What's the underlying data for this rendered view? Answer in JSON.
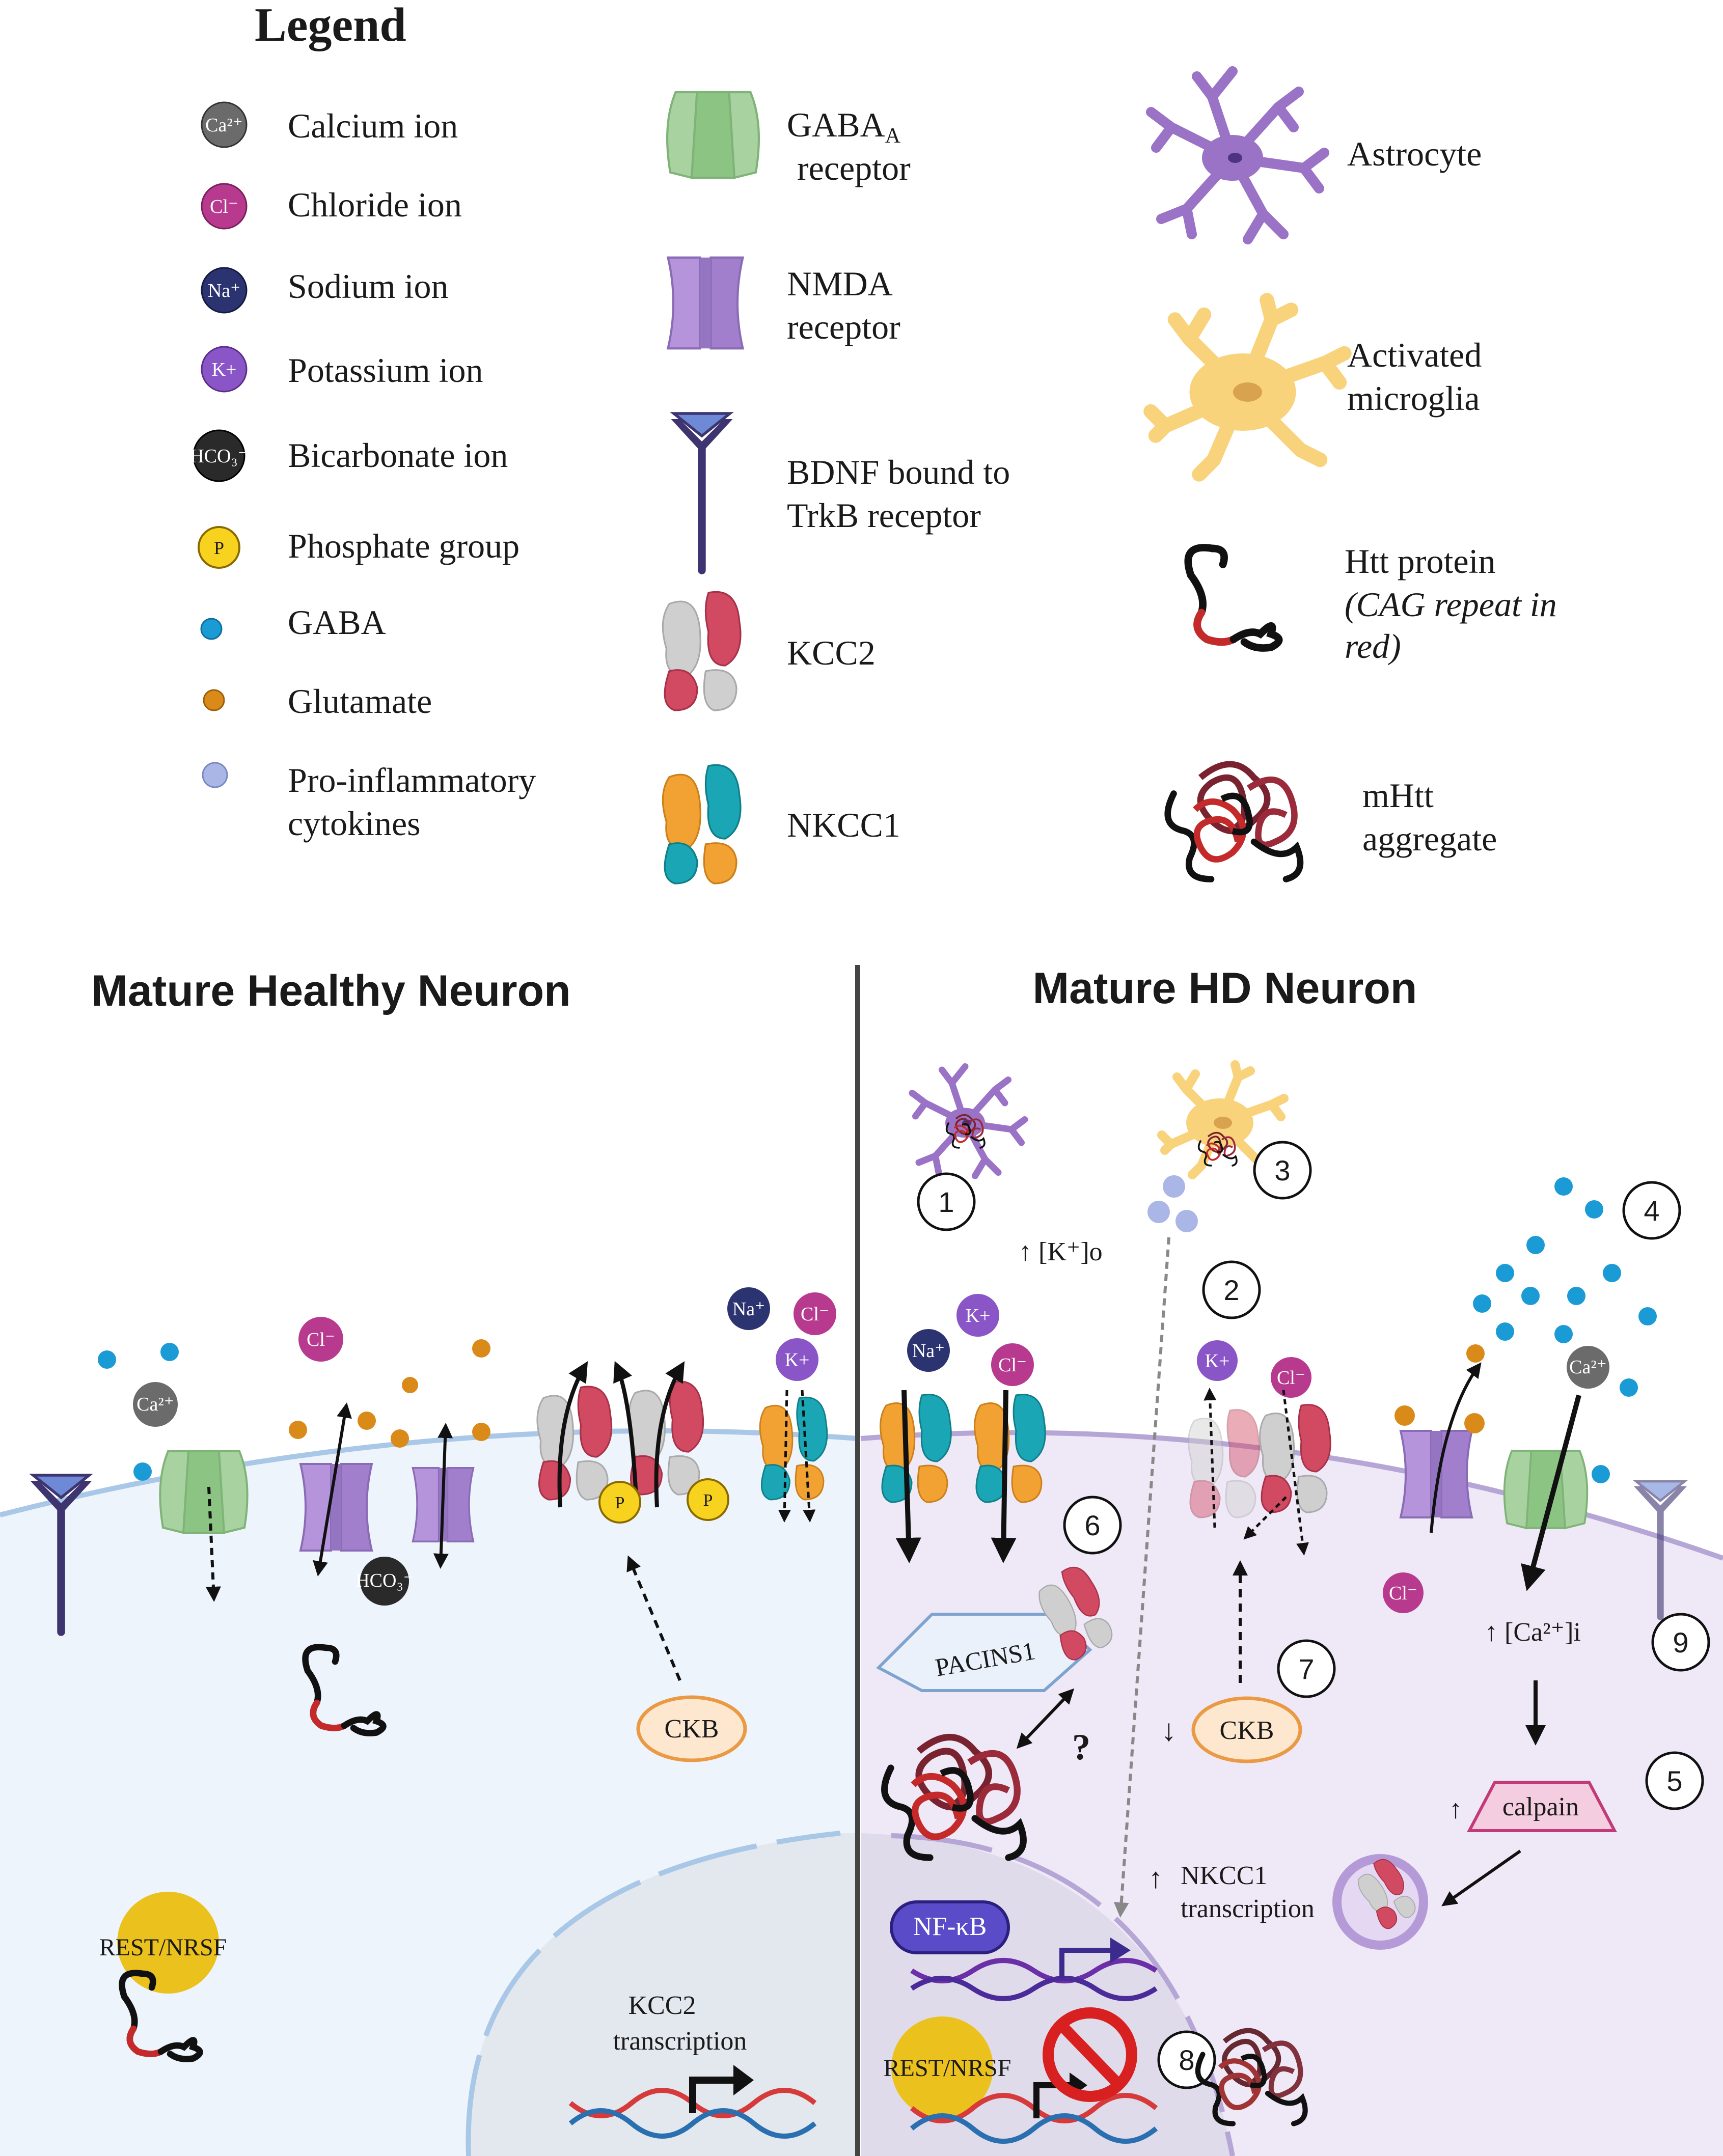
{
  "legend": {
    "title": "Legend",
    "items": {
      "calcium": "Calcium ion",
      "chloride": "Chloride ion",
      "sodium": "Sodium ion",
      "potassium": "Potassium ion",
      "bicarbonate": "Bicarbonate ion",
      "phosphate": "Phosphate group",
      "gaba": "GABA",
      "glutamate": "Glutamate",
      "cytokines_1": "Pro-inflammatory",
      "cytokines_2": "cytokines",
      "gabaa_1": "GABA",
      "gabaa_sub": "A",
      "gabaa_2": "receptor",
      "nmda_1": "NMDA",
      "nmda_2": "receptor",
      "bdnf_1": "BDNF bound to",
      "bdnf_2": "TrkB receptor",
      "kcc2": "KCC2",
      "nkcc1": "NKCC1",
      "astrocyte": "Astrocyte",
      "microglia_1": "Activated",
      "microglia_2": "microglia",
      "htt_1": "Htt protein",
      "htt_2": "(CAG repeat in",
      "htt_3": "red)",
      "mhtt_1": "mHtt",
      "mhtt_2": "aggregate"
    },
    "ion_symbols": {
      "ca": "Ca²⁺",
      "cl": "Cl⁻",
      "na": "Na⁺",
      "k": "K+",
      "hco3": "HCO₃⁻",
      "p": "P"
    }
  },
  "panels": {
    "healthy_title": "Mature Healthy Neuron",
    "hd_title": "Mature HD Neuron"
  },
  "healthy": {
    "ckb": "CKB",
    "rest": "REST/NRSF",
    "kcc2_tx_1": "KCC2",
    "kcc2_tx_2": "transcription"
  },
  "hd": {
    "k_out": "↑ [K⁺]o",
    "ca_in": "↑ [Ca²⁺]i",
    "pacsin": "PACINS1",
    "question": "?",
    "ckb": "CKB",
    "ckb_arrow": "↓",
    "calpain": "calpain",
    "calpain_arrow": "↑",
    "nfkb": "NF-κB",
    "nkcc1_tx_1": "NKCC1",
    "nkcc1_tx_2": "transcription",
    "nkcc1_tx_arrow": "↑",
    "rest": "REST/NRSF",
    "steps": [
      "1",
      "2",
      "3",
      "4",
      "5",
      "6",
      "7",
      "8",
      "9"
    ]
  },
  "colors": {
    "calcium": "#6b6b6b",
    "chloride": "#b83a8e",
    "sodium": "#2b3470",
    "potassium": "#8a55c6",
    "bicarbonate": "#2a2a2a",
    "phosphate": "#f7d21e",
    "gaba": "#1b9bd6",
    "glutamate": "#d98a18",
    "cytokine": "#a9b6e6",
    "gabaa": "#a8d3a0",
    "nmda": "#b594dc",
    "trkb": "#3e3470",
    "kcc2_grey": "#c8c8c8",
    "kcc2_red": "#d14a62",
    "nkcc1_orange": "#f2a232",
    "nkcc1_teal": "#1aa6b4",
    "astrocyte": "#9a72c6",
    "microglia": "#f8d37c",
    "htt_black": "#111111",
    "htt_red": "#c42a2a",
    "healthy_cyto": "#eef4fb",
    "hd_cyto": "#efe9f7",
    "membrane": "#a9c7e6",
    "hd_membrane": "#b6a6d6"
  }
}
